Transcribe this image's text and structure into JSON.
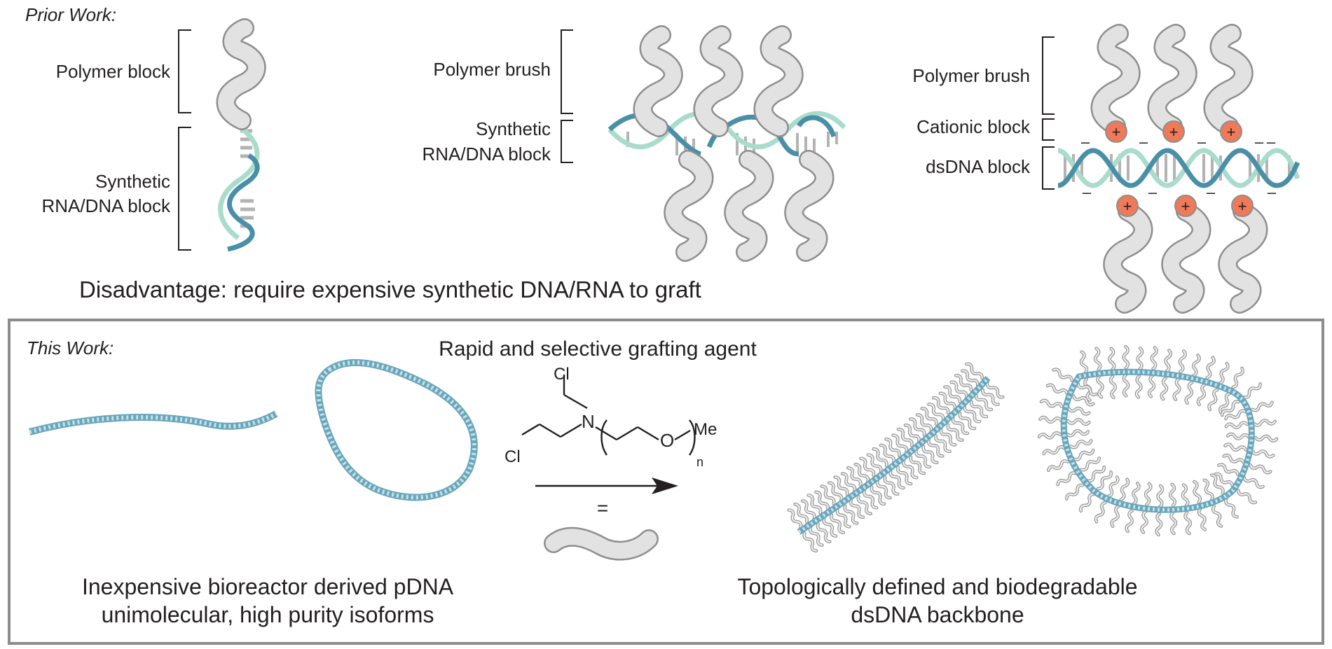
{
  "prior_work": {
    "heading": "Prior Work:",
    "panel1": {
      "polymer_label": "Polymer block",
      "rna_label_line1": "Synthetic",
      "rna_label_line2": "RNA/DNA block"
    },
    "panel2": {
      "polymer_label": "Polymer brush",
      "rna_label_line1": "Synthetic",
      "rna_label_line2": "RNA/DNA block"
    },
    "panel3": {
      "polymer_label": "Polymer brush",
      "cationic_label": "Cationic block",
      "dsdna_label": "dsDNA block",
      "plus_sign": "+",
      "minus_sign": "–"
    },
    "disadvantage": "Disadvantage: require expensive synthetic DNA/RNA to graft"
  },
  "this_work": {
    "heading": "This Work:",
    "agent_title": "Rapid and selective grafting agent",
    "chem": {
      "cl_top": "Cl",
      "cl_left": "Cl",
      "n_atom": "N",
      "o_atom": "O",
      "subscript_n": "n",
      "me": "Me",
      "equals": "="
    },
    "left_caption_line1": "Inexpensive bioreactor derived pDNA",
    "left_caption_line2": "unimolecular, high purity isoforms",
    "right_caption_line1": "Topologically defined and biodegradable",
    "right_caption_line2": "dsDNA backbone"
  },
  "colors": {
    "polymer_fill": "#e2e2e2",
    "polymer_outline": "#8e8e8e",
    "dna_dark": "#4a8fa8",
    "dna_light": "#a9dccb",
    "base_pair": "#b3b3b3",
    "cation": "#ef7a5a",
    "frame": "#8c8c8c"
  }
}
